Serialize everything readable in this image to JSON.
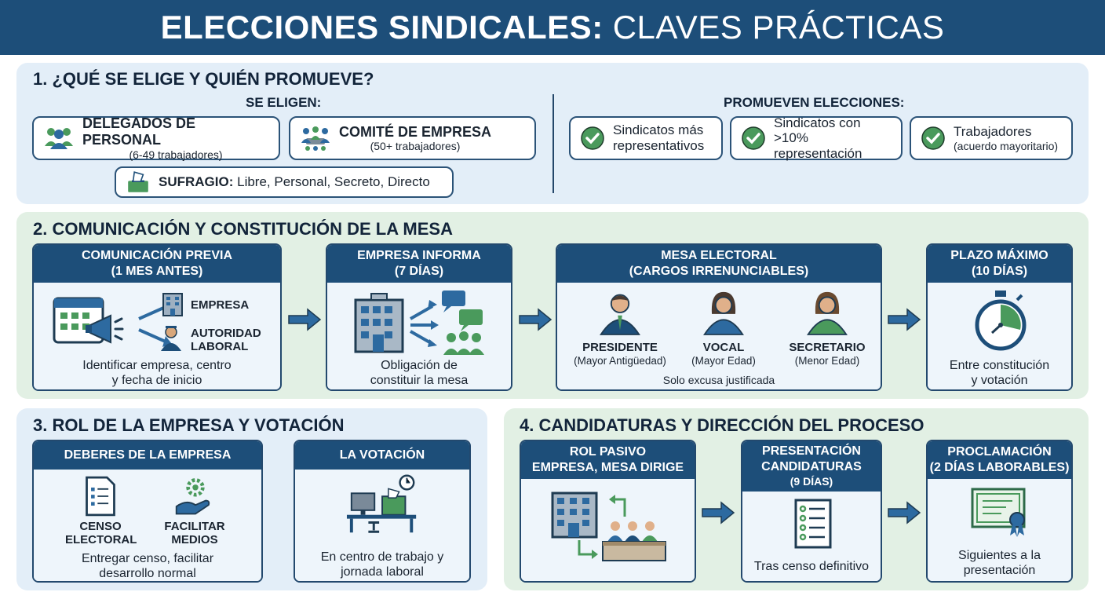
{
  "header": {
    "title_bold": "ELECCIONES SINDICALES:",
    "title_light": "CLAVES PRÁCTICAS"
  },
  "s1": {
    "title": "1.  ¿QUÉ SE ELIGE Y QUIÉN PROMUEVE?",
    "elect_label": "SE ELIGEN:",
    "delegados": {
      "title": "DELEGADOS DE PERSONAL",
      "sub": "(6-49 trabajadores)"
    },
    "comite": {
      "title": "COMITÉ DE EMPRESA",
      "sub": "(50+ trabajadores)"
    },
    "sufragio": {
      "label": "SUFRAGIO:",
      "value": "Libre, Personal, Secreto, Directo"
    },
    "promote_label": "PROMUEVEN ELECCIONES:",
    "promoters": [
      {
        "line1": "Sindicatos más",
        "line2": "representativos"
      },
      {
        "line1": "Sindicatos con",
        "line2": ">10% representación"
      },
      {
        "line1": "Trabajadores",
        "line2": "(acuerdo mayoritario)"
      }
    ]
  },
  "s2": {
    "title": "2. COMUNICACIÓN Y CONSTITUCIÓN DE LA MESA",
    "c1": {
      "h1": "COMUNICACIÓN PREVIA",
      "h2": "(1 MES ANTES)",
      "to1": "EMPRESA",
      "to2a": "AUTORIDAD",
      "to2b": "LABORAL",
      "cap1": "Identificar empresa, centro",
      "cap2": "y fecha de inicio"
    },
    "c2": {
      "h1": "EMPRESA INFORMA",
      "h2": "(7 DÍAS)",
      "cap1": "Obligación de",
      "cap2": "constituir la mesa"
    },
    "c3": {
      "h1": "MESA ELECTORAL",
      "h2": "(CARGOS IRRENUNCIABLES)",
      "roles": [
        {
          "name": "PRESIDENTE",
          "sub": "(Mayor Antigüedad)"
        },
        {
          "name": "VOCAL",
          "sub": "(Mayor Edad)"
        },
        {
          "name": "SECRETARIO",
          "sub": "(Menor Edad)"
        }
      ],
      "note": "Solo excusa justificada"
    },
    "c4": {
      "h1": "PLAZO MÁXIMO",
      "h2": "(10 DÍAS)",
      "cap1": "Entre constitución",
      "cap2": "y votación"
    }
  },
  "s3": {
    "title": "3. ROL DE LA EMPRESA Y VOTACIÓN",
    "c1": {
      "h1": "DEBERES DE LA EMPRESA",
      "l1a": "CENSO",
      "l1b": "ELECTORAL",
      "l2a": "FACILITAR",
      "l2b": "MEDIOS",
      "cap1": "Entregar censo, facilitar",
      "cap2": "desarrollo normal"
    },
    "c2": {
      "h1": "LA VOTACIÓN",
      "cap1": "En centro de trabajo y",
      "cap2": "jornada laboral"
    }
  },
  "s4": {
    "title": "4. CANDIDATURAS Y DIRECCIÓN DEL PROCESO",
    "c1": {
      "h1": "ROL PASIVO",
      "h2": "EMPRESA, MESA DIRIGE"
    },
    "c2": {
      "h1": "PRESENTACIÓN",
      "h2": "CANDIDATURAS",
      "h3": "(9 DÍAS)",
      "cap1": "Tras censo definitivo"
    },
    "c3": {
      "h1": "PROCLAMACIÓN",
      "h2": "(2 DÍAS LABORABLES)",
      "cap1": "Siguientes a la",
      "cap2": "presentación"
    }
  },
  "colors": {
    "navy": "#1d4e79",
    "green_icon": "#4a9a5c",
    "bg_blue": "#e3eef8",
    "bg_green": "#e2f0e4"
  }
}
